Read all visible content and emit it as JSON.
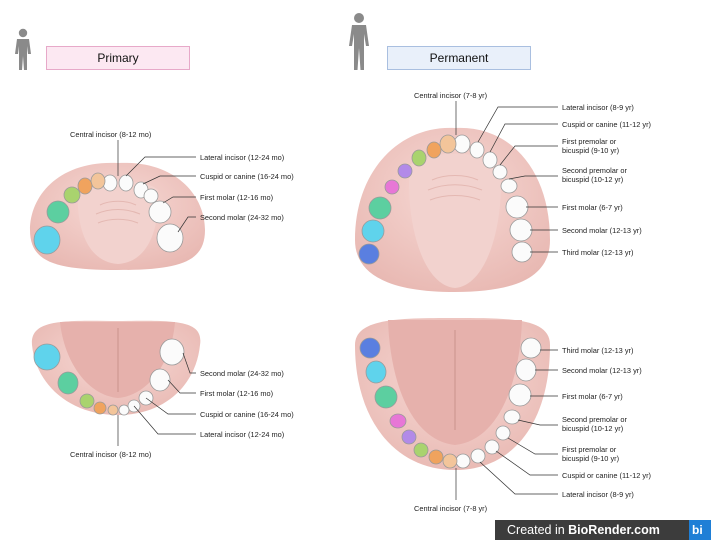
{
  "headers": {
    "primary": "Primary",
    "permanent": "Permanent"
  },
  "primary_upper": {
    "central": "Central incisor (8-12 mo)",
    "lateral": "Lateral incisor (12-24 mo)",
    "canine": "Cuspid or canine (16-24 mo)",
    "first_molar": "First molar (12-16 mo)",
    "second_molar": "Second molar (24-32 mo)"
  },
  "primary_lower": {
    "second_molar": "Second molar (24-32 mo)",
    "first_molar": "First molar (12-16 mo)",
    "canine": "Cuspid or canine (16-24 mo)",
    "lateral": "Lateral incisor (12-24 mo)",
    "central": "Central incisor (8-12 mo)"
  },
  "permanent_upper": {
    "central": "Central incisor (7-8 yr)",
    "lateral": "Lateral incisor (8-9 yr)",
    "canine": "Cuspid or canine (11-12 yr)",
    "first_premolar_1": "First premolar or",
    "first_premolar_2": "bicuspid (9-10 yr)",
    "second_premolar_1": "Second premolar or",
    "second_premolar_2": "bicuspid (10-12 yr)",
    "first_molar": "First molar (6-7 yr)",
    "second_molar": "Second molar (12-13 yr)",
    "third_molar": "Third molar (12-13 yr)"
  },
  "permanent_lower": {
    "third_molar": "Third molar (12-13 yr)",
    "second_molar": "Second molar (12-13 yr)",
    "first_molar": "First molar (6-7 yr)",
    "second_premolar_1": "Second premolar or",
    "second_premolar_2": "bicuspid (10-12 yr)",
    "first_premolar_1": "First premolar or",
    "first_premolar_2": "bicuspid (9-10 yr)",
    "canine": "Cuspid or canine (11-12 yr)",
    "lateral": "Lateral incisor (8-9 yr)",
    "central": "Central incisor (7-8 yr)"
  },
  "colors": {
    "gum": "#efc9c4",
    "gum_edge": "#d9a8a2",
    "palate": "#f6dcd8",
    "tooth_white": "#fbfbfb",
    "tooth_outline": "#9a9a9a",
    "central": "#f3c59a",
    "lateral": "#f0a35e",
    "canine": "#a9d36e",
    "first_premolar": "#e777d6",
    "second_premolar": "#b28ae8",
    "first_molar": "#5ccfa0",
    "second_molar": "#5fd3ec",
    "third_molar": "#5a7fe0"
  },
  "footer": {
    "prefix": "Created in ",
    "brand": "BioRender.com",
    "logo": "bi"
  }
}
